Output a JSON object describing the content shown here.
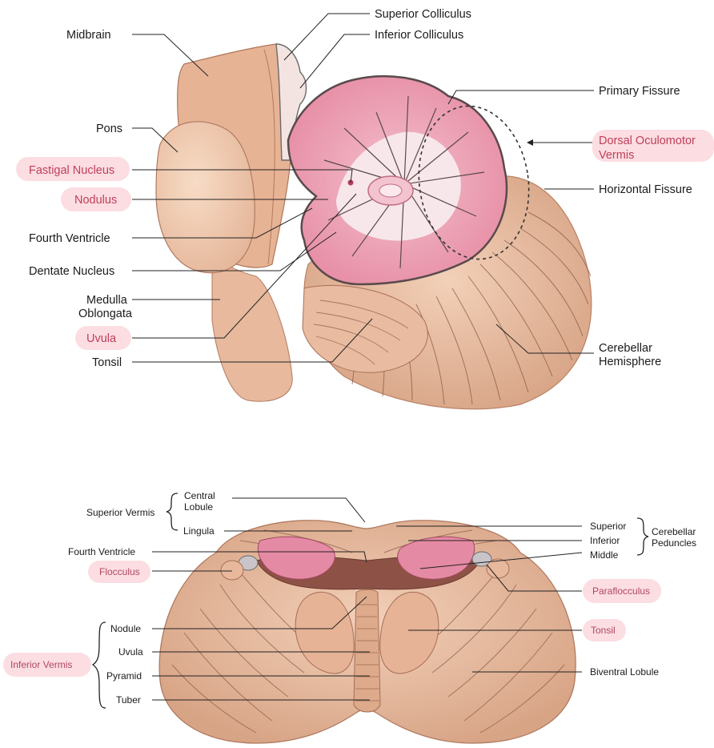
{
  "top": {
    "labels": {
      "midbrain": "Midbrain",
      "superior_colliculus": "Superior Colliculus",
      "inferior_colliculus": "Inferior Colliculus",
      "primary_fissure": "Primary Fissure",
      "pons": "Pons",
      "dorsal_oculomotor_vermis_1": "Dorsal Oculomotor",
      "dorsal_oculomotor_vermis_2": "Vermis",
      "fastigal_nucleus": "Fastigal Nucleus",
      "horizontal_fissure": "Horizontal Fissure",
      "nodulus": "Nodulus",
      "fourth_ventricle": "Fourth Ventricle",
      "dentate_nucleus": "Dentate Nucleus",
      "medulla_1": "Medulla",
      "medulla_2": "Oblongata",
      "uvula": "Uvula",
      "cerebellar_hemisphere_1": "Cerebellar",
      "cerebellar_hemisphere_2": "Hemisphere",
      "tonsil": "Tonsil"
    }
  },
  "bottom": {
    "labels": {
      "central_lobule_1": "Central",
      "central_lobule_2": "Lobule",
      "superior_vermis": "Superior Vermis",
      "lingula": "Lingula",
      "superior": "Superior",
      "inferior": "Inferior",
      "middle": "Middle",
      "cerebellar_peduncles_1": "Cerebellar",
      "cerebellar_peduncles_2": "Peduncles",
      "fourth_ventricle": "Fourth Ventricle",
      "flocculus": "Flocculus",
      "paraflocculus": "Paraflocculus",
      "nodule": "Nodule",
      "tonsil": "Tonsil",
      "uvula": "Uvula",
      "inferior_vermis": "Inferior Vermis",
      "biventral_lobule": "Biventral Lobule",
      "pyramid": "Pyramid",
      "tuber": "Tuber"
    }
  },
  "colors": {
    "tissue": "#ecc3a8",
    "tissue_dark": "#d9a487",
    "folia_pink": "#eb9cb0",
    "white_matter": "#f6e6e8",
    "highlight_pill": "#fbdde2",
    "highlight_text": "#c0405a"
  }
}
